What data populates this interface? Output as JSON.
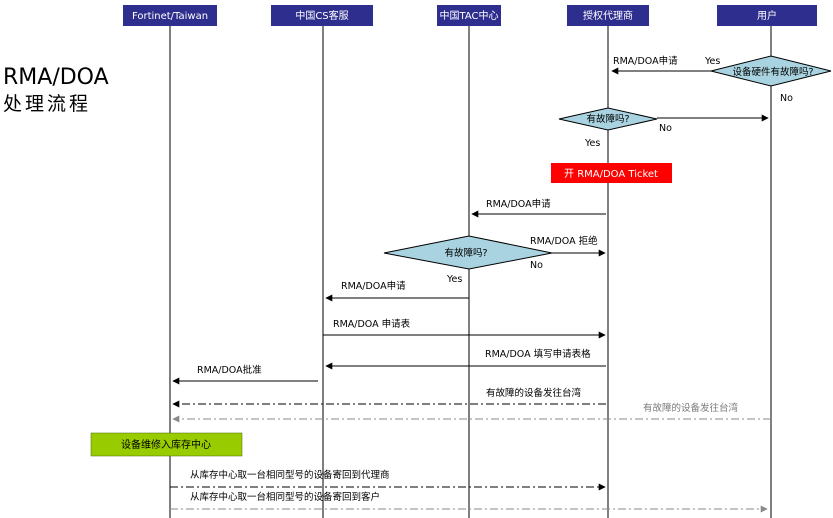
{
  "title": {
    "main": "RMA/DOA",
    "sub": "处理流程"
  },
  "lanes": [
    {
      "label": "Fortinet/Taiwan"
    },
    {
      "label": "中国CS客服"
    },
    {
      "label": "中国TAC中心"
    },
    {
      "label": "授权代理商"
    },
    {
      "label": "用户"
    }
  ],
  "decisions": {
    "user_hw_fault": {
      "label": "设备硬件有故障吗?",
      "yes": "Yes",
      "no": "No"
    },
    "dealer_fault": {
      "label": "有故障吗?",
      "yes": "Yes",
      "no": "No"
    },
    "tac_fault": {
      "label": "有故障吗?",
      "yes": "Yes",
      "no": "No"
    }
  },
  "boxes": {
    "open_ticket": "开 RMA/DOA Ticket",
    "repair_stock": "设备维修入库存中心"
  },
  "messages": {
    "m1": "RMA/DOA申请",
    "m2": "RMA/DOA申请",
    "m3": "RMA/DOA 拒绝",
    "m4": "RMA/DOA申请",
    "m5": "RMA/DOA 申请表",
    "m6": "RMA/DOA 填写申请表格",
    "m7": "RMA/DOA批准",
    "m8": "有故障的设备发往台湾",
    "m9": "有故障的设备发往台湾",
    "m10": "从库存中心取一台相同型号的设备寄回到代理商",
    "m11": "从库存中心取一台相同型号的设备寄回到客户"
  },
  "colors": {
    "lane_header": "#2e2e8f",
    "ticket_box": "#ff0000",
    "decision_fill": "#a9d3e0",
    "repair_box": "#99cc00"
  }
}
